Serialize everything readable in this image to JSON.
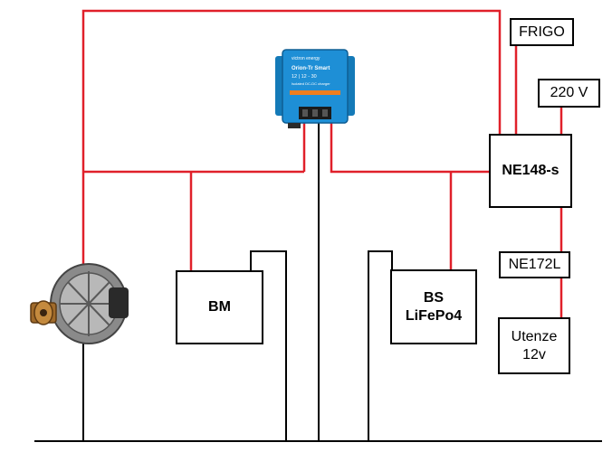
{
  "boxes": {
    "frigo": "FRIGO",
    "v220": "220 V",
    "ne148": "NE148-s",
    "ne172": "NE172L",
    "utenze": {
      "line1": "Utenze",
      "line2": "12v"
    },
    "bm": "BM",
    "bs": {
      "line1": "BS",
      "line2": "LiFePo4"
    }
  },
  "charger": {
    "brand": "victron energy",
    "model": "Orion-Tr Smart",
    "rating": "12 | 12 - 30",
    "subtitle": "Isolated DC-DC charger"
  },
  "colors": {
    "positive_wire": "#e0202a",
    "negative_wire": "#000000",
    "charger_blue": "#1e8fd6"
  },
  "icons": {
    "alternator": "alternator-icon",
    "charger": "dc-dc-charger-icon"
  }
}
